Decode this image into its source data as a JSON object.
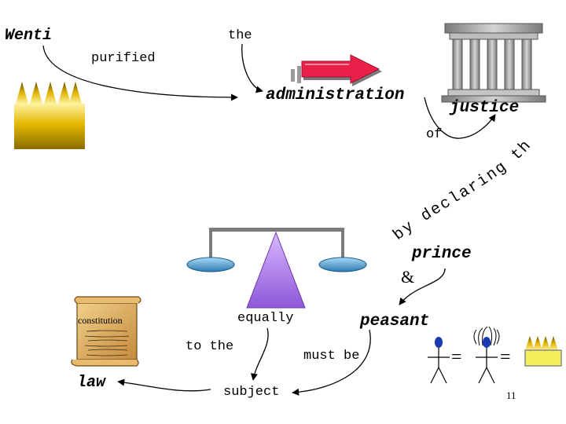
{
  "words": {
    "wenti": "Wenti",
    "the": "the",
    "purified": "purified",
    "administration": "administration",
    "justice": "justice",
    "of": "of",
    "that": "that",
    "by_declaring": "by declaring",
    "prince": "prince",
    "ampersand": "&",
    "equally": "equally",
    "peasant": "peasant",
    "to_the": "to the",
    "must_be": "must be",
    "equals": "=",
    "law": "law",
    "subject": "subject",
    "constitution": "constitution",
    "page_number": "11"
  },
  "icons": [
    "crown-icon",
    "arrow-icon",
    "pillars-icon",
    "scales-icon",
    "scroll-icon",
    "stick-figure-icon",
    "stick-figure-hair-icon",
    "small-crown-icon"
  ],
  "colors": {
    "crown_gold": "#e3b800",
    "arrow_red": "#e8204a",
    "pillar_gray": "#9a9a9a",
    "scale_purple": "#b98af0",
    "pan_blue": "#58a8d8",
    "figure_blue": "#1a3ab0",
    "small_crown_yellow": "#f4ee5a"
  }
}
